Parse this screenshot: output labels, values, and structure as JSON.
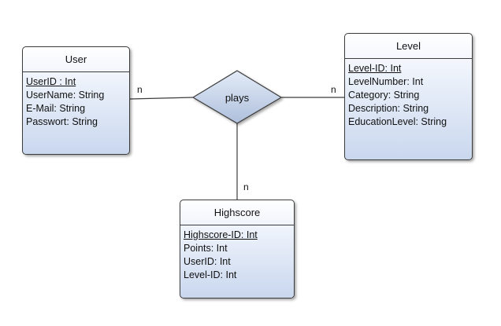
{
  "entities": {
    "user": {
      "name": "User",
      "attributes": [
        "UserID : Int",
        "UserName: String",
        "E-Mail: String",
        "Passwort: String"
      ]
    },
    "level": {
      "name": "Level",
      "attributes": [
        "Level-ID: Int",
        "LevelNumber: Int",
        "Category: String",
        "Description: String",
        "EducationLevel: String"
      ]
    },
    "highscore": {
      "name": "Highscore",
      "attributes": [
        "Highscore-ID: Int",
        "Points: Int",
        "UserID: Int",
        "Level-ID: Int"
      ]
    }
  },
  "relationship": {
    "name": "plays"
  },
  "cardinalities": {
    "user_side": "n",
    "level_side": "n",
    "highscore_side": "n"
  },
  "colors": {
    "entity_fill_top": "#ffffff",
    "entity_fill_bottom": "#c9d7ee",
    "relationship_fill": "#c3d2ea",
    "stroke": "#3c3c3c"
  }
}
